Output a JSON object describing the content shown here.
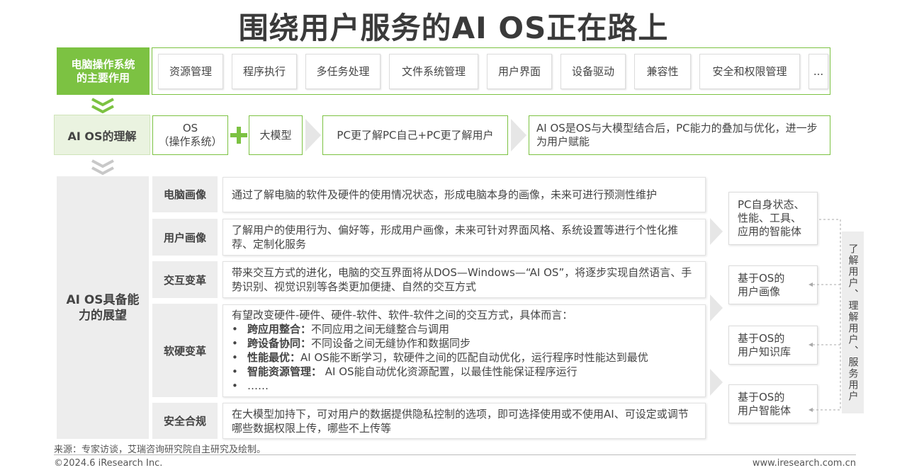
{
  "title": "围绕用户服务的AI OS正在路上",
  "row1": {
    "label_line1": "电脑操作系统",
    "label_line2": "的主要作用",
    "functions": [
      "资源管理",
      "程序执行",
      "多任务处理",
      "文件系统管理",
      "用户界面",
      "设备驱动",
      "兼容性",
      "安全和权限管理",
      "..."
    ]
  },
  "row2": {
    "label": "AI OS的理解",
    "os_line1": "OS",
    "os_line2": "（操作系统）",
    "model": "大模型",
    "result": "PC更了解PC自己+PC更了解用户",
    "conclusion": "AI OS是OS与大模型结合后，PC能力的叠加与优化，进一步为用户赋能"
  },
  "row3": {
    "label_line1": "AI OS具备能",
    "label_line2": "力的展望",
    "items": [
      {
        "category": "电脑画像",
        "text": "通过了解电脑的软件及硬件的使用情况状态，形成电脑本身的画像，未来可进行预测性维护"
      },
      {
        "category": "用户画像",
        "text": "了解用户的使用行为、偏好等，形成用户画像，未来可针对界面风格、系统设置等进行个性化推荐、定制化服务"
      },
      {
        "category": "交互变革",
        "text": "带来交互方式的进化，电脑的交互界面将从DOS—Windows—“AI OS”，将逐步实现自然语言、手势识别、视觉识别等各类更加便捷、自然的交互方式"
      },
      {
        "category": "软硬变革",
        "intro": "有望改变硬件-硬件、硬件-软件、软件-软件之间的交互方式，具体而言：",
        "bullets": [
          {
            "bold": "跨应用整合：",
            "text": "不同应用之间无缝整合与调用"
          },
          {
            "bold": "跨设备协同：",
            "text": "不同设备之间无缝协作和数据同步"
          },
          {
            "bold": "性能最优：",
            "text": "AI OS能不断学习，软硬件之间的匹配自动优化，运行程序时性能达到最优"
          },
          {
            "bold": "智能资源管理：",
            "text": " AI OS能自动优化资源配置，以最佳性能保证程序运行"
          },
          {
            "bold": "",
            "text": "……"
          }
        ]
      },
      {
        "category": "安全合规",
        "text": "在大模型加持下，可对用户的数据提供隐私控制的选项，即可选择使用或不使用AI、可设定或调节哪些数据权限上传，哪些不上传等"
      }
    ],
    "outcomes": [
      {
        "line1": "PC自身状态、",
        "line2": "性能、工具、",
        "line3": "应用的智能体"
      },
      {
        "line1": "基于OS的",
        "line2": "用户画像"
      },
      {
        "line1": "基于OS的",
        "line2": "用户知识库"
      },
      {
        "line1": "基于OS的",
        "line2": "用户智能体"
      }
    ],
    "side_label": "了解用户、理解用户、服务用户"
  },
  "footer": {
    "source": "来源：专家访谈，艾瑞咨询研究院自主研究及绘制。",
    "copyright": "©2024.6 iResearch Inc.",
    "url": "www.iresearch.com.cn"
  },
  "colors": {
    "accent_green": "#7cc242",
    "light_gray": "#ededed",
    "text": "#444444"
  }
}
